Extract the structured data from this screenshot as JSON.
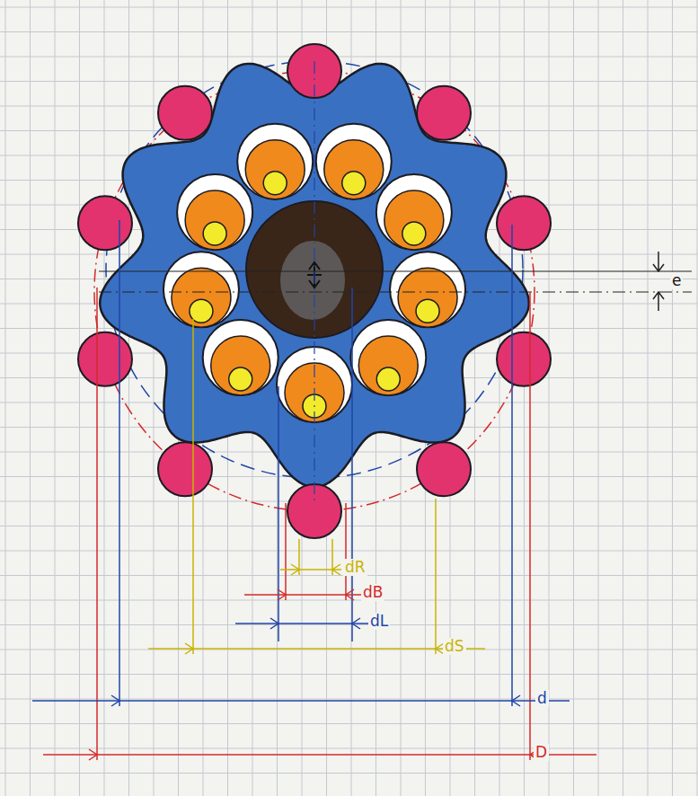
{
  "diagram": {
    "labels": [
      "e",
      "dR",
      "dB",
      "dL",
      "dS",
      "d",
      "D"
    ]
  }
}
